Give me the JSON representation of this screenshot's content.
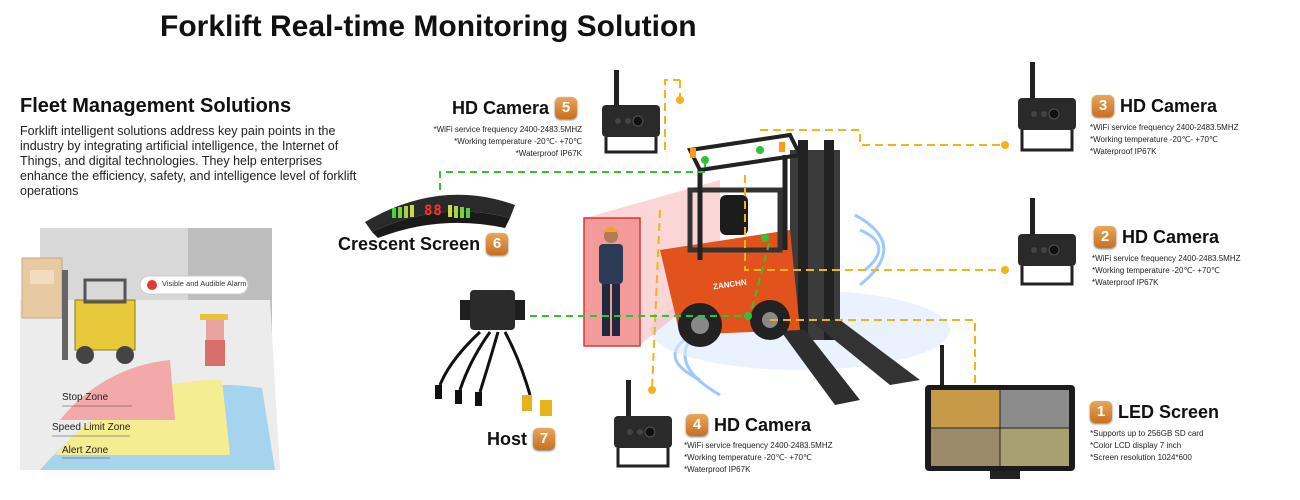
{
  "title": "Forklift Real-time Monitoring Solution",
  "fleet": {
    "title": "Fleet Management Solutions",
    "description": "Forklift intelligent solutions address key pain points in the industry by integrating artificial intelligence, the Internet of Things, and digital technologies. They help enterprises enhance the efficiency, safety, and intelligence level of forklift operations",
    "alarm_label": "Visible and Audible Alarm",
    "zones": {
      "stop": "Stop Zone",
      "speed": "Speed Limit Zone",
      "alert": "Alert Zone"
    }
  },
  "cameras": {
    "c5": {
      "num": "5",
      "title": "HD Camera",
      "specs": [
        "*WiFi service frequency 2400-2483.5MHZ",
        "*Working temperature -20℃- +70℃",
        "*Waterproof IP67K"
      ]
    },
    "c3": {
      "num": "3",
      "title": "HD Camera",
      "specs": [
        "*WiFi service frequency 2400-2483.5MHZ",
        "*Working temperature -20℃- +70℃",
        "*Waterproof IP67K"
      ]
    },
    "c2": {
      "num": "2",
      "title": "HD Camera",
      "specs": [
        "*WiFi service frequency 2400-2483.5MHZ",
        "*Working temperature -20℃- +70℃",
        "*Waterproof IP67K"
      ]
    },
    "c4": {
      "num": "4",
      "title": "HD Camera",
      "specs": [
        "*WiFi service frequency 2400-2483.5MHZ",
        "*Working temperature -20℃- +70℃",
        "*Waterproof IP67K"
      ]
    }
  },
  "crescent": {
    "num": "6",
    "title": "Crescent Screen",
    "display": "88"
  },
  "host": {
    "num": "7",
    "title": "Host"
  },
  "led": {
    "num": "1",
    "title": "LED Screen",
    "specs": [
      "*Supports up to 256GB SD card",
      "*Color LCD display 7 inch",
      "*Screen resolution 1024*600"
    ]
  },
  "forklift_brand": "ZANCHN",
  "colors": {
    "accent": "#d4812a",
    "dash_yellow": "#f2b21c",
    "dash_green": "#2fc436",
    "truck": "#e2521c"
  }
}
